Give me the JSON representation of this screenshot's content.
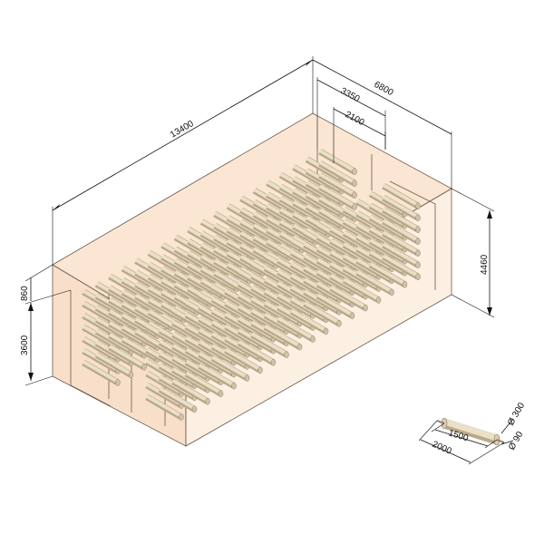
{
  "dimensions": {
    "overall_length": "13400",
    "overall_width": "6800",
    "inner_width": "3350",
    "rack_width": "2100",
    "height_total": "4460",
    "top_gap": "860",
    "rack_height": "3600"
  },
  "roller_detail": {
    "outer_diameter": "Ø 300",
    "shaft_diameter": "Ø 90",
    "body_length": "1500",
    "total_length": "2000"
  },
  "colors": {
    "enclosure_fill": "#f3c79c",
    "enclosure_edge": "#6b5a4a",
    "roller_fill": "#eadfc7",
    "roller_shade": "#b9a88a",
    "dimension_line": "#111111"
  }
}
